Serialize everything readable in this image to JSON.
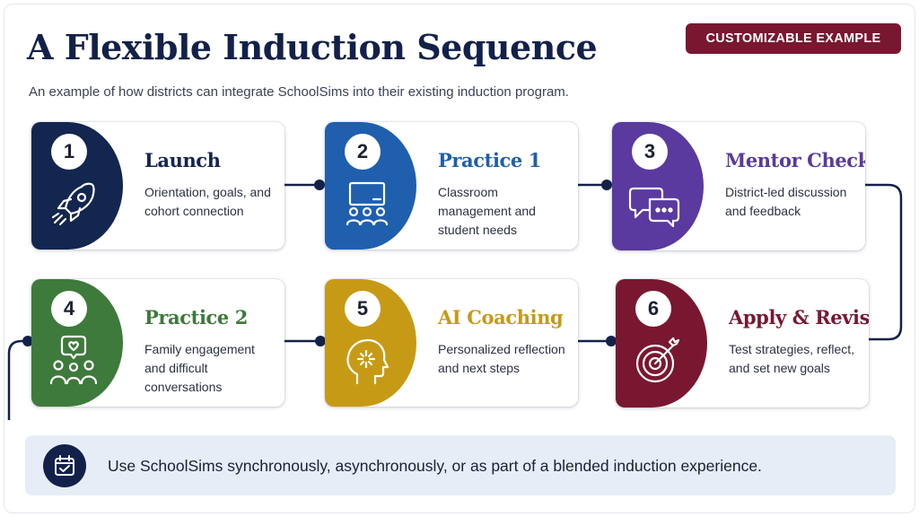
{
  "header": {
    "title": "A Flexible Induction Sequence",
    "subtitle": "An example of how districts can integrate SchoolSims into their existing induction program.",
    "tag": "CUSTOMIZABLE EXAMPLE"
  },
  "colors": {
    "navy": "#13214a",
    "step1": "#13264f",
    "step2": "#1f5fae",
    "step3": "#5a3a9e",
    "step4": "#3e7a3b",
    "step5": "#c79a16",
    "step6": "#7a1730",
    "connector": "#13214a"
  },
  "steps": [
    {
      "number": "1",
      "title": "Launch",
      "description": "Orientation, goals, and cohort connection",
      "icon": "rocket-icon"
    },
    {
      "number": "2",
      "title": "Practice 1",
      "description": "Classroom management and student needs",
      "icon": "classroom-icon"
    },
    {
      "number": "3",
      "title": "Mentor Check-In",
      "description": "District-led discussion and feedback",
      "icon": "chat-bubbles-icon"
    },
    {
      "number": "4",
      "title": "Practice 2",
      "description": "Family engagement and difficult conversations",
      "icon": "family-heart-icon"
    },
    {
      "number": "5",
      "title": "AI Coaching",
      "description": "Personalized reflection and next steps",
      "icon": "head-spark-icon"
    },
    {
      "number": "6",
      "title": "Apply & Revisit",
      "description": "Test strategies, reflect, and set new goals",
      "icon": "target-icon"
    }
  ],
  "banner": {
    "text": "Use SchoolSims synchronously, asynchronously, or as part of a blended induction experience.",
    "icon": "calendar-check-icon"
  }
}
